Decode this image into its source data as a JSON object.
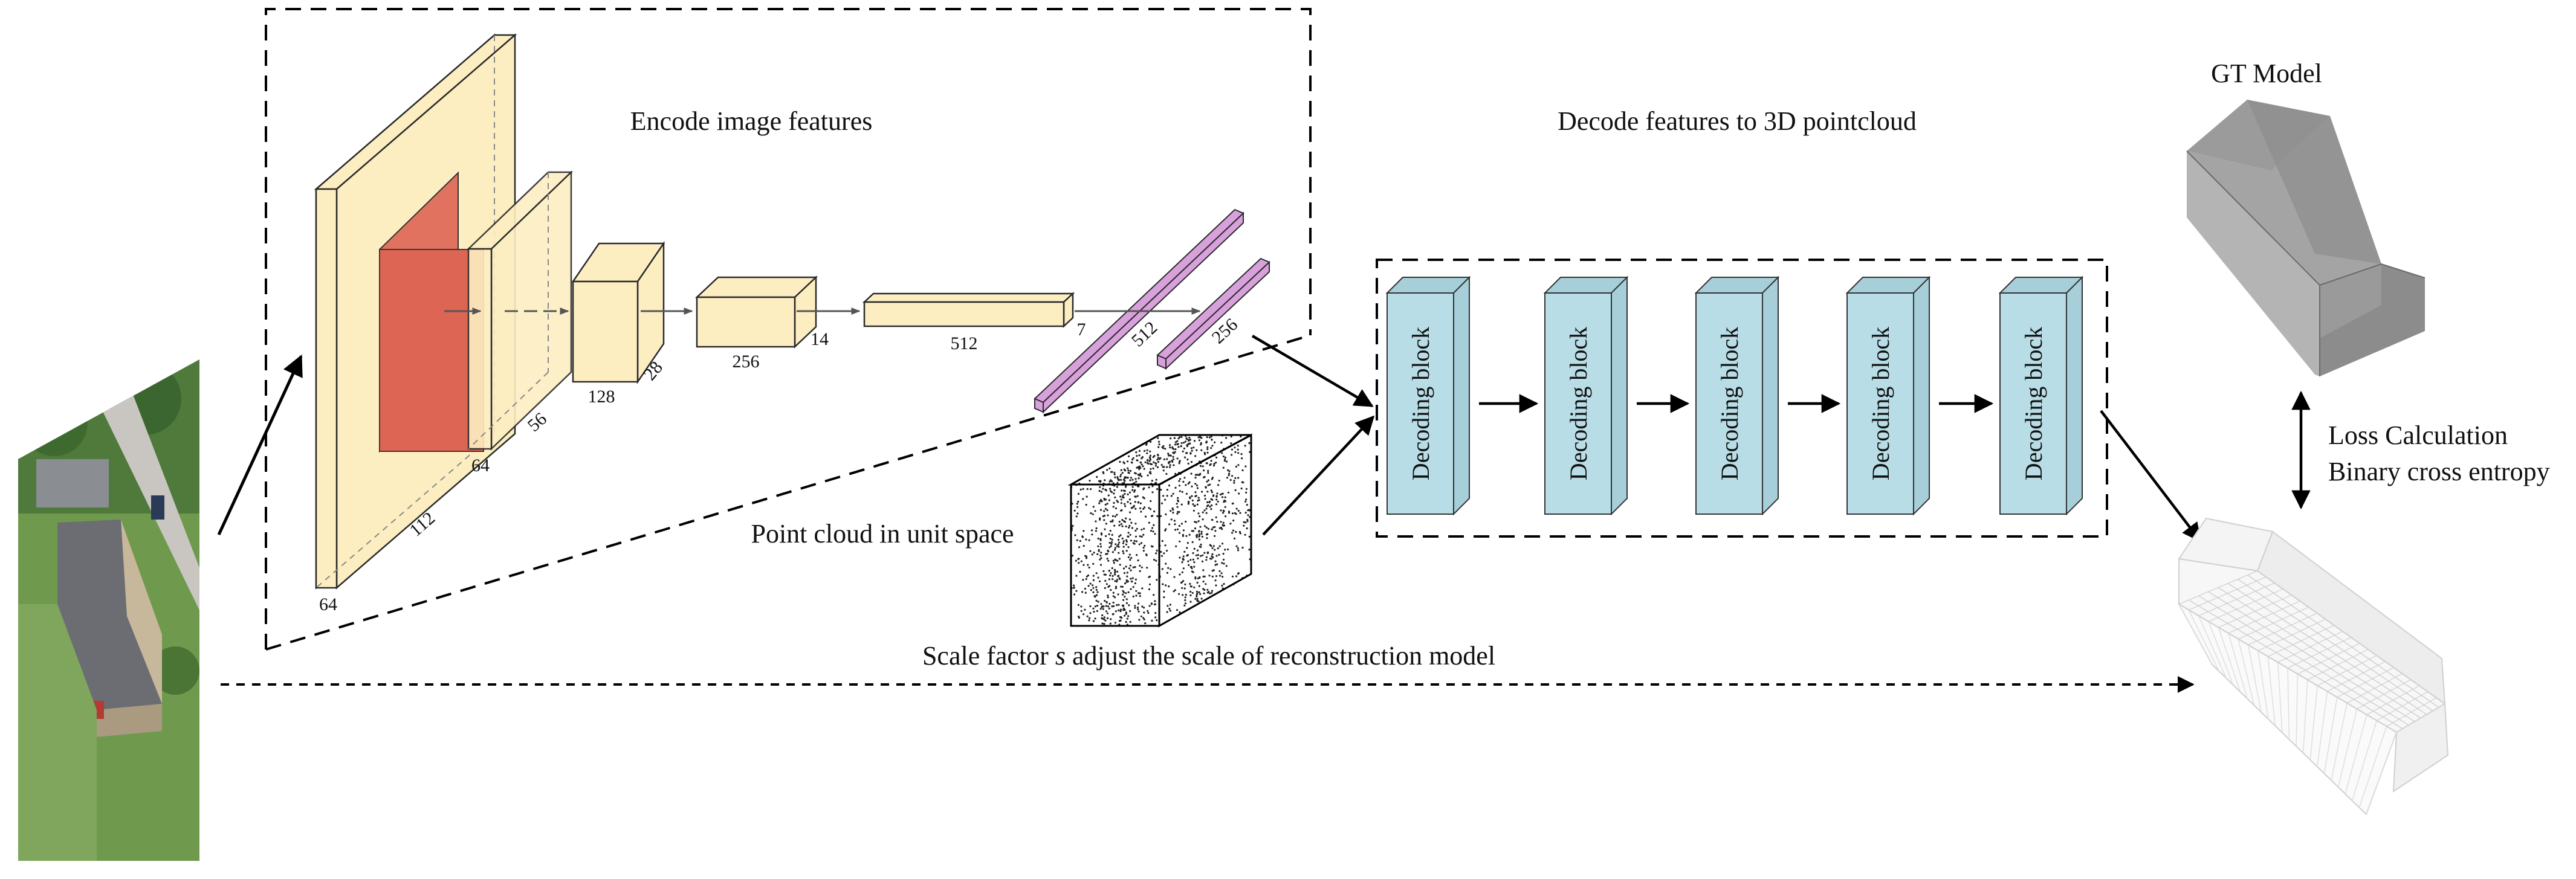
{
  "encoder": {
    "title": "Encode image features",
    "dims": {
      "b1_height": "64",
      "b1_depth": "112",
      "b2_height": "64",
      "b2_depth": "56",
      "b3_width": "128",
      "b3_depth": "28",
      "b4_width": "256",
      "b4_depth": "14",
      "b5_width": "512",
      "b5_depth": "7",
      "bar1": "512",
      "bar2": "256"
    }
  },
  "decoder": {
    "title": "Decode features to 3D pointcloud",
    "blocks": [
      "Decoding block",
      "Decoding block",
      "Decoding block",
      "Decoding block",
      "Decoding block"
    ]
  },
  "pointcloud": {
    "label": "Point cloud in unit space"
  },
  "gt": {
    "title": "GT Model"
  },
  "loss": {
    "line1": "Loss Calculation",
    "line2": "Binary cross entropy"
  },
  "scale": {
    "prefix": "Scale factor ",
    "symbol": "s",
    "suffix": " adjust the scale of reconstruction model"
  },
  "colors": {
    "feature": "#fdeec2",
    "feature_edge": "#2a2a2a",
    "kernel": "#e06c5a",
    "bar": "#d9a1dc",
    "block": "#b8dde6",
    "block_side": "#a6cfd9",
    "gt_top": "#8c8c8c",
    "gt_front": "#b9b9b9",
    "gt_side": "#9b9b9b",
    "aerial_grass": "#6f9a4e",
    "aerial_road": "#c9c6c2",
    "aerial_roof": "#6b6d73"
  }
}
